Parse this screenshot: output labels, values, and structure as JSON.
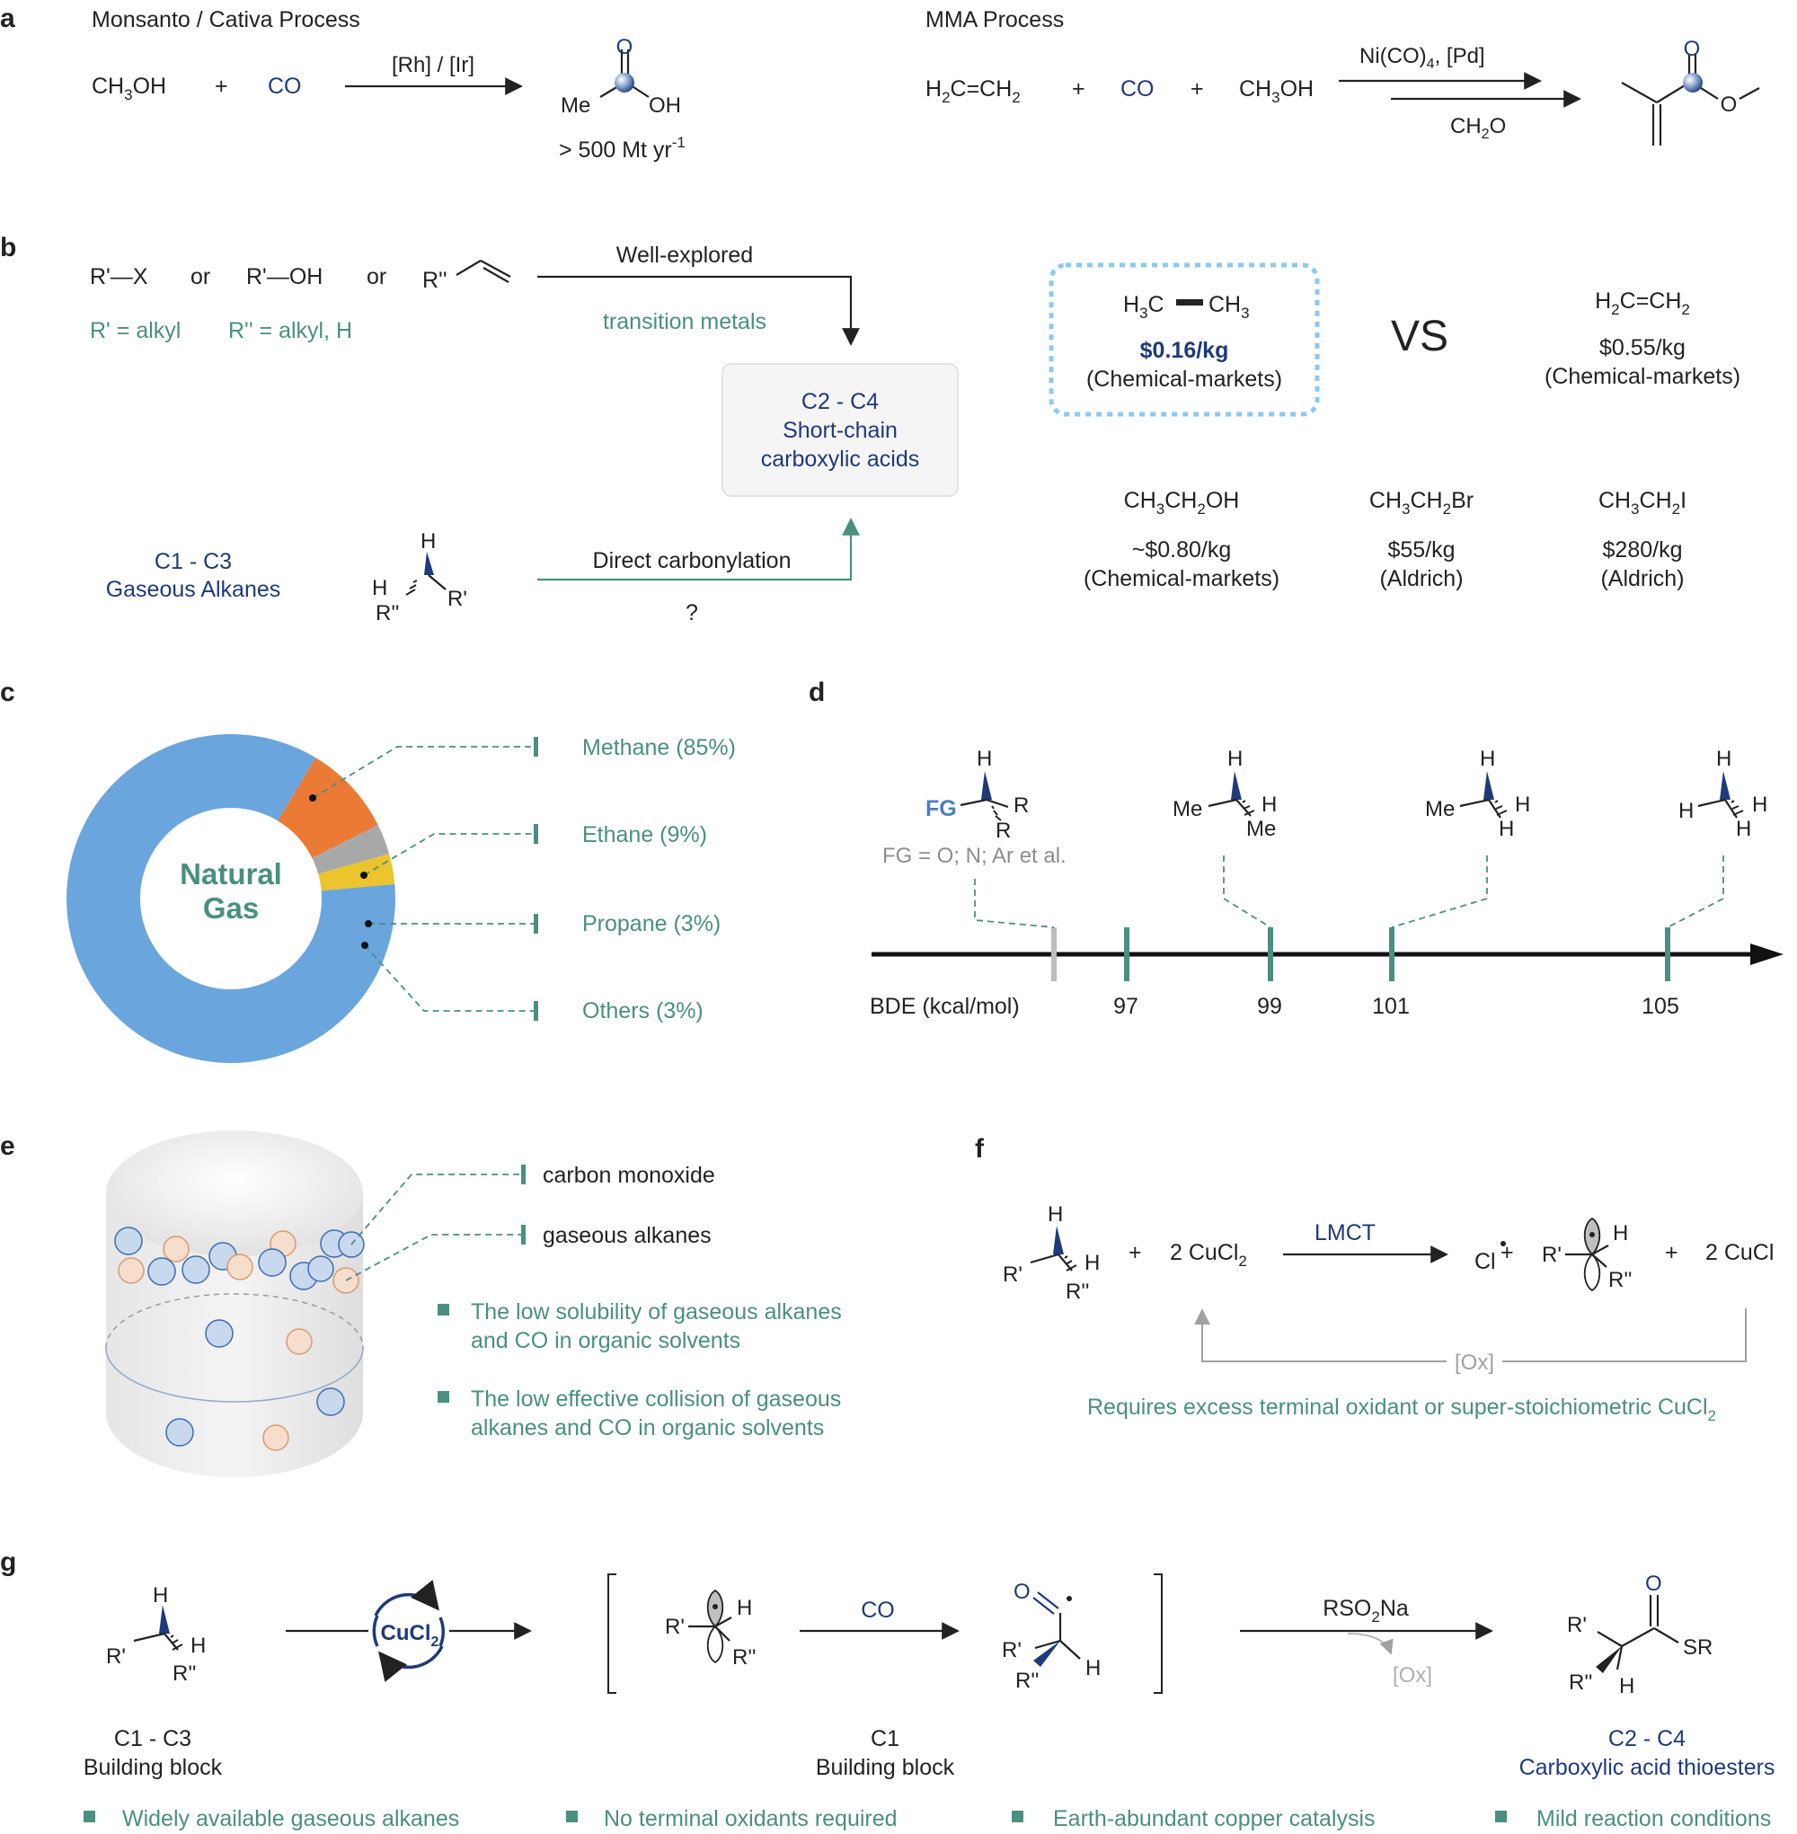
{
  "panels": {
    "a": "a",
    "b": "b",
    "c": "c",
    "d": "d",
    "e": "e",
    "f": "f",
    "g": "g"
  },
  "colors": {
    "teal": "#4a8f80",
    "navy": "#1f3a7a",
    "methane": "#6aa6dd",
    "ethane": "#ea7a34",
    "propane": "#a8a8a8",
    "others": "#ecc42c",
    "co_circle": "#c8d9ee",
    "alkane_circle": "#f6ddcc"
  },
  "a": {
    "monsanto_title": "Monsanto / Cativa Process",
    "ch3oh": "CH3OH",
    "plus": "+",
    "co": "CO",
    "catalyst": "[Rh] / [Ir]",
    "me": "Me",
    "oh": "OH",
    "o": "O",
    "production_prefix": "> 500 Mt yr",
    "production_exp": "-1",
    "mma_title": "MMA Process",
    "ethylene": "H2C=CH2",
    "mma_catalyst_main": "Ni(CO)4, [Pd]",
    "ch2o": "CH2O"
  },
  "b": {
    "rx": "R'—X",
    "or": "or",
    "roh": "R'—OH",
    "r2": "R''",
    "r_alkyl": "R' = alkyl",
    "r2_alkyl": "R'' = alkyl, H",
    "well_explored": "Well-explored",
    "transition_metals": "transition metals",
    "product_box": [
      "C2 - C4",
      "Short-chain",
      "carboxylic acids"
    ],
    "c1c3": "C1 - C3",
    "gaseous_alkanes": "Gaseous Alkanes",
    "direct_carbonylation": "Direct carbonylation",
    "question": "?",
    "ethane_formula": "H3C—CH3",
    "ethane_price": "$0.16/kg",
    "ethane_source": "(Chemical-markets)",
    "vs": "VS",
    "ethylene_formula": "H2C=CH2",
    "ethylene_price": "$0.55/kg",
    "ethylene_source": "(Chemical-markets)",
    "reagents": [
      {
        "formula": "CH3CH2OH",
        "price": "~$0.80/kg",
        "source": "(Chemical-markets)"
      },
      {
        "formula": "CH3CH2Br",
        "price": "$55/kg",
        "source": "(Aldrich)"
      },
      {
        "formula": "CH3CH2I",
        "price": "$280/kg",
        "source": "(Aldrich)"
      }
    ]
  },
  "c": {
    "center_line1": "Natural",
    "center_line2": "Gas",
    "slices": [
      {
        "label": "Methane (85%)",
        "percent": 85
      },
      {
        "label": "Ethane (9%)",
        "percent": 9
      },
      {
        "label": "Propane (3%)",
        "percent": 3
      },
      {
        "label": "Others (3%)",
        "percent": 3
      }
    ]
  },
  "d": {
    "fg": "FG",
    "fg_note": "FG = O; N; Ar et al.",
    "axis_label": "BDE (kcal/mol)",
    "ticks": [
      "97",
      "99",
      "101",
      "105"
    ],
    "h": "H",
    "me": "Me",
    "r": "R"
  },
  "e": {
    "co_label": "carbon monoxide",
    "alkane_label": "gaseous alkanes",
    "bullet1": [
      "The low solubility of gaseous alkanes",
      "and CO in organic solvents"
    ],
    "bullet2": [
      "The low effective collision of gaseous",
      "alkanes and CO in organic solvents"
    ]
  },
  "f": {
    "plus": "+",
    "reagent": "2 CuCl2",
    "lmct": "LMCT",
    "cl": "Cl",
    "product": "2 CuCl",
    "ox": "[Ox]",
    "note": "Requires excess terminal oxidant or super-stoichiometric CuCl2"
  },
  "g": {
    "catalyst": "CuCl2",
    "co": "CO",
    "rso2na": "RSO2Na",
    "ox": "[Ox]",
    "left_label": [
      "C1 - C3",
      "Building block"
    ],
    "mid_label": [
      "C1",
      "Building block"
    ],
    "right_label": [
      "C2 - C4",
      "Carboxylic acid thioesters"
    ],
    "sr": "SR",
    "features": [
      "Widely available gaseous alkanes",
      "No terminal oxidants required",
      "Earth-abundant copper catalysis",
      "Mild reaction conditions"
    ]
  }
}
